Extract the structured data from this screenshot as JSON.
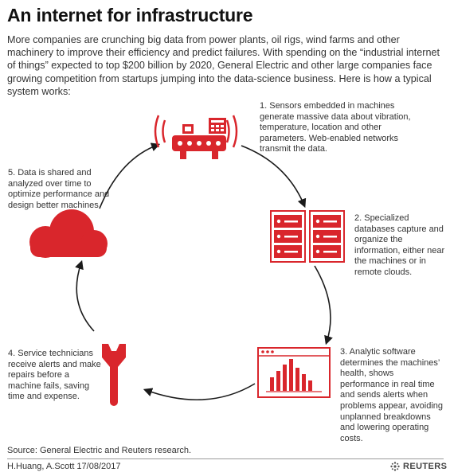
{
  "title": "An internet for infrastructure",
  "intro": "More companies are crunching big data from power plants, oil rigs, wind farms and other machinery to improve their efficiency and predict failures. With spending on the “industrial internet of things” expected to top $200 billion by 2020, General Electric and other large companies face growing competition from startups jumping into the data-science business. Here is how a typical system works:",
  "steps": [
    {
      "text": "1. Sensors embedded in machines generate massive data about vibration, temperature, location and other parameters. Web-enabled networks transmit the data.",
      "icon": "machine-sensor-icon"
    },
    {
      "text": "2. Specialized databases capture and organize the information, either near the machines or in remote clouds.",
      "icon": "database-servers-icon"
    },
    {
      "text": "3. Analytic software determines the machines’ health, shows performance in real time and sends alerts when problems appear, avoiding unplanned breakdowns and lowering operating costs.",
      "icon": "analytics-window-icon"
    },
    {
      "text": "4. Service technicians receive alerts and make repairs before a machine fails, saving time and expense.",
      "icon": "wrench-icon"
    },
    {
      "text": "5. Data is shared and analyzed over time to optimize performance and design better machines.",
      "icon": "cloud-icon"
    }
  ],
  "source": "Source: General Electric and Reuters research.",
  "credit": "H.Huang, A.Scott 17/08/2017",
  "brand": "REUTERS",
  "colors": {
    "accent": "#d9262c",
    "text": "#333333",
    "arrow": "#1a1a1a"
  }
}
